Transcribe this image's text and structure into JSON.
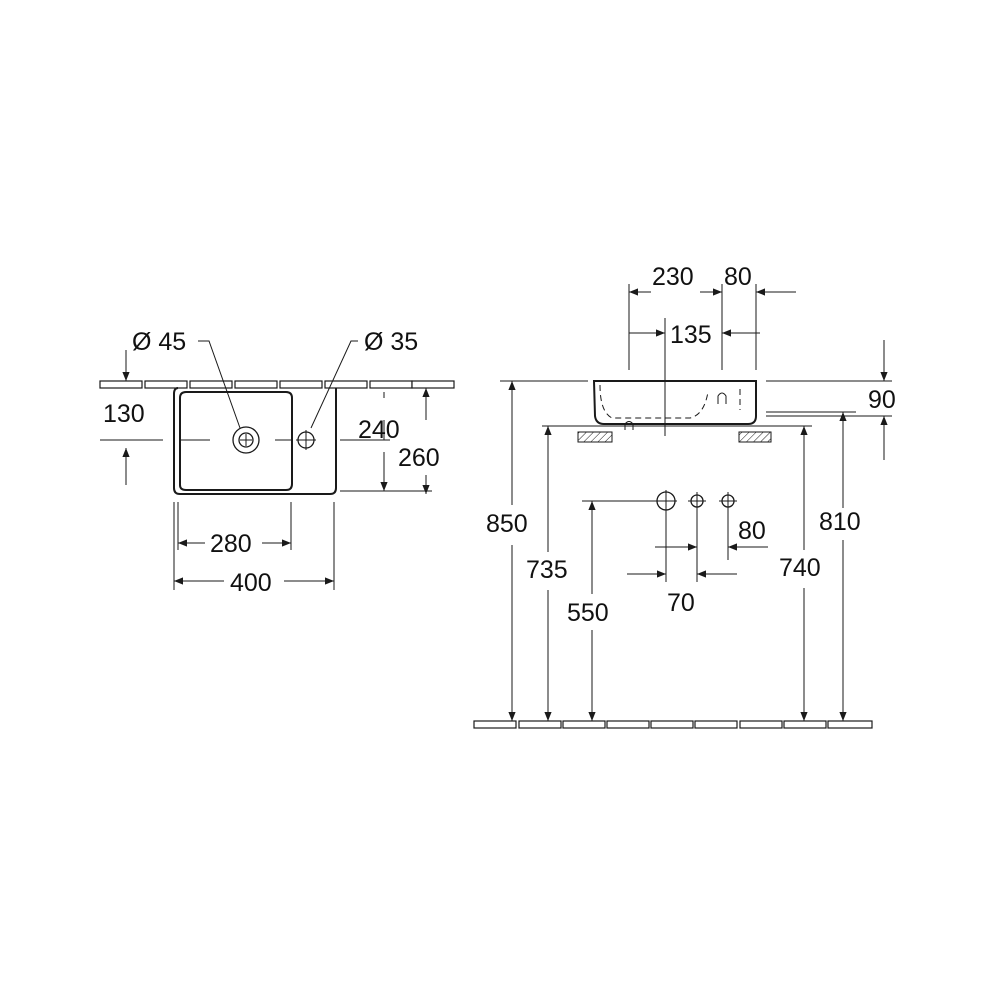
{
  "plan_view": {
    "waste_diameter": "Ø 45",
    "tap_hole_diameter": "Ø 35",
    "dim_130": "130",
    "dim_240": "240",
    "dim_260": "260",
    "dim_280": "280",
    "dim_400": "400"
  },
  "elevation_view": {
    "dim_230": "230",
    "dim_80_top": "80",
    "dim_135": "135",
    "dim_90": "90",
    "dim_850": "850",
    "dim_735": "735",
    "dim_550": "550",
    "dim_80_mid": "80",
    "dim_70": "70",
    "dim_740": "740",
    "dim_810": "810"
  },
  "colors": {
    "line": "#1a1a1a",
    "background": "#ffffff"
  }
}
